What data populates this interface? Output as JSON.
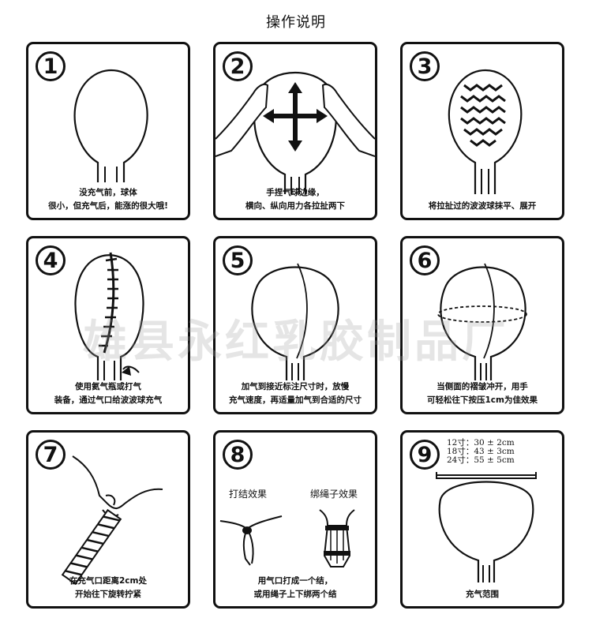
{
  "title": "操作说明",
  "watermark": "雄县永红乳胶制品厂",
  "panels": [
    {
      "number": "1",
      "lines": [
        "没充气前，球体",
        "很小，但充气后，能涨的很大哦!"
      ]
    },
    {
      "number": "2",
      "lines": [
        "手捏气球边缘，",
        "横向、纵向用力各拉扯两下"
      ]
    },
    {
      "number": "3",
      "lines": [
        "将拉扯过的波波球抹平、展开"
      ]
    },
    {
      "number": "4",
      "lines": [
        "使用氦气瓶或打气",
        "装备，通过气口给波波球充气"
      ]
    },
    {
      "number": "5",
      "lines": [
        "加气到接近标注尺寸时，放慢",
        "充气速度，再适量加气到合适的尺寸"
      ]
    },
    {
      "number": "6",
      "lines": [
        "当侧面的褶皱冲开，用手",
        "可轻松往下按压1cm为佳效果"
      ]
    },
    {
      "number": "7",
      "lines": [
        "在充气口距离2cm处",
        "开始往下旋转拧紧"
      ]
    },
    {
      "number": "8",
      "lines": [
        "用气口打成一个结，",
        "或用绳子上下绑两个结"
      ],
      "labels": [
        "打结效果",
        "绑绳子效果"
      ]
    },
    {
      "number": "9",
      "lines": [
        "充气范围"
      ],
      "sizes": [
        "12寸：30 ± 2cm",
        "18寸：43 ± 3cm",
        "24寸：55 ± 5cm"
      ]
    }
  ]
}
